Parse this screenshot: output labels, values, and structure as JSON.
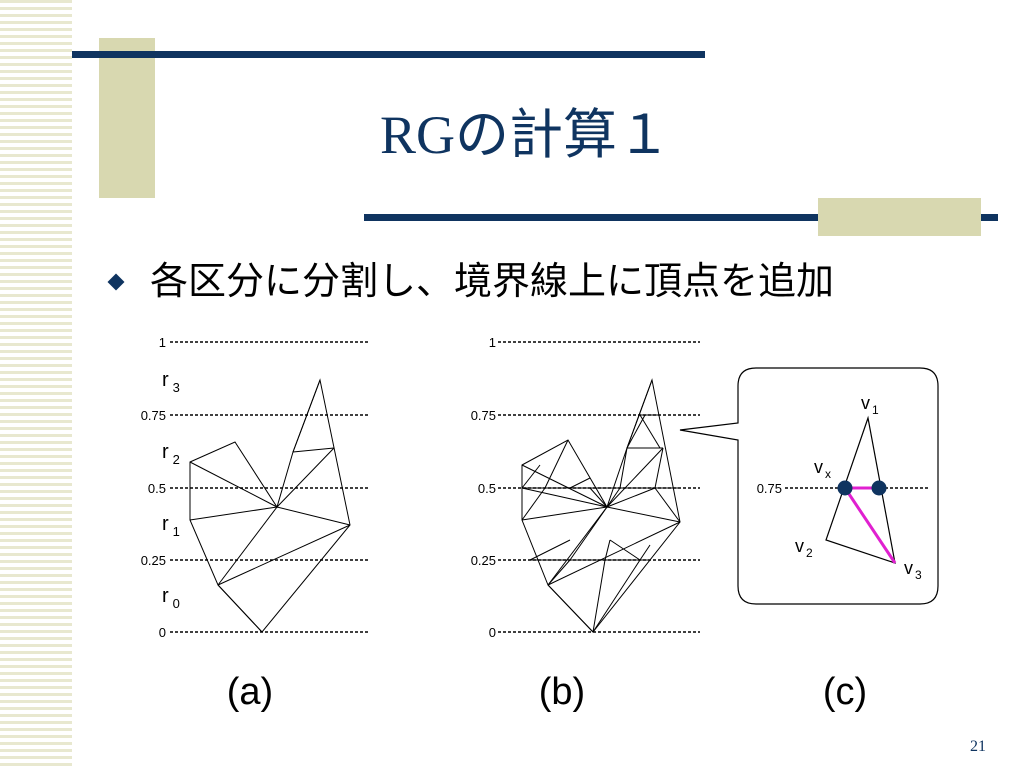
{
  "slide": {
    "title": "RGの計算１",
    "bullet": "各区分に分割し、境界線上に頂点を追加",
    "page_number": "21"
  },
  "figure": {
    "axis_ticks": [
      "1",
      "0.75",
      "0.5",
      "0.25",
      "0"
    ],
    "range_labels": [
      {
        "base": "r",
        "sub": "3"
      },
      {
        "base": "r",
        "sub": "2"
      },
      {
        "base": "r",
        "sub": "1"
      },
      {
        "base": "r",
        "sub": "0"
      }
    ],
    "panel_labels": [
      "(a)",
      "(b)",
      "(c)"
    ],
    "inset": {
      "tick": "0.75",
      "vertices": [
        {
          "base": "v",
          "sub": "1"
        },
        {
          "base": "v",
          "sub": "x"
        },
        {
          "base": "v",
          "sub": "2"
        },
        {
          "base": "v",
          "sub": "3"
        }
      ]
    }
  },
  "colors": {
    "accent": "#0f3460",
    "highlight": "#e020d0",
    "stripe": "#e8e8cf",
    "deco": "#d8d8b0"
  }
}
